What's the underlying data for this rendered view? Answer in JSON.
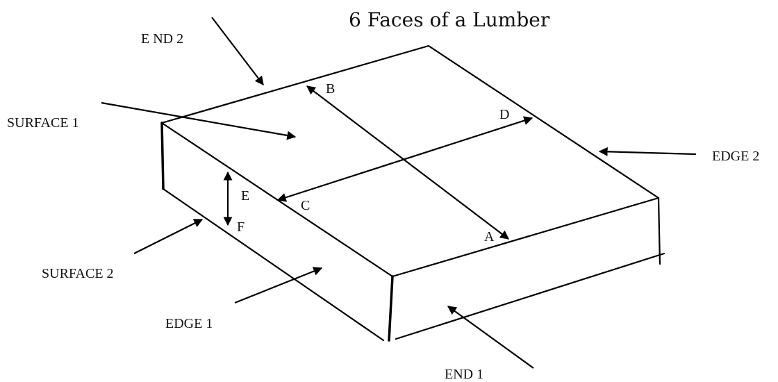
{
  "title": "6 Faces of a Lumber",
  "labels": {
    "end2": "E ND 2",
    "surface1": "SURFACE 1",
    "edge2": "EDGE 2",
    "surface2": "SURFACE 2",
    "edge1": "EDGE 1",
    "end1": "END 1"
  },
  "points": {
    "a": "A",
    "b": "B",
    "c": "C",
    "d": "D",
    "e": "E",
    "f": "F"
  }
}
